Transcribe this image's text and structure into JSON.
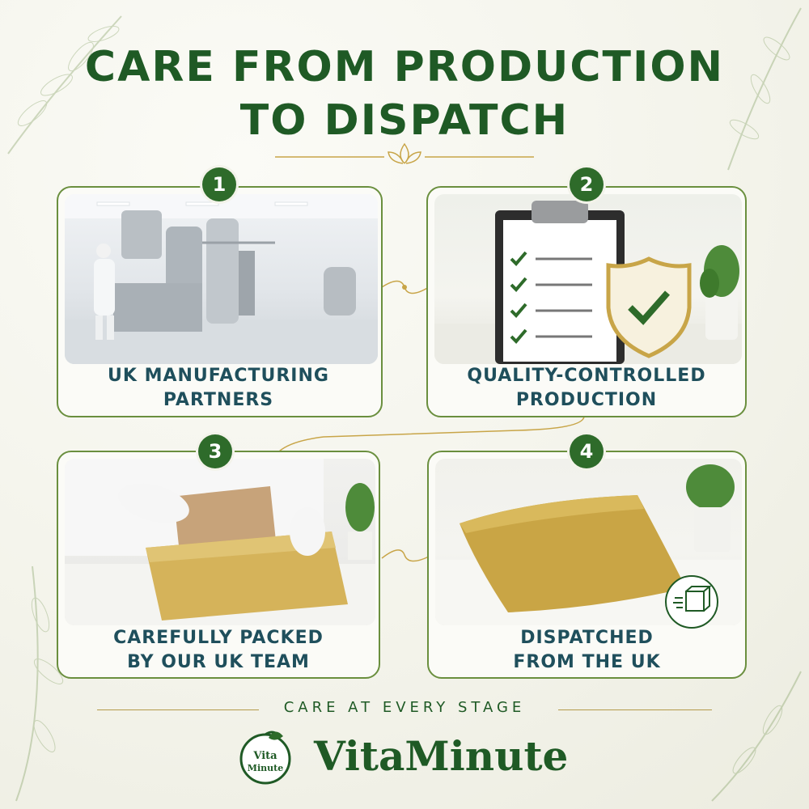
{
  "header": {
    "title_line1": "CARE FROM PRODUCTION",
    "title_line2": "TO DISPATCH"
  },
  "steps": [
    {
      "number": "1",
      "caption_line1": "UK MANUFACTURING",
      "caption_line2": "PARTNERS",
      "image": "factory-photo"
    },
    {
      "number": "2",
      "caption_line1": "QUALITY-CONTROLLED",
      "caption_line2": "PRODUCTION",
      "image": "clipboard-shield-photo"
    },
    {
      "number": "3",
      "caption_line1": "CAREFULLY PACKED",
      "caption_line2": "BY OUR UK TEAM",
      "image": "packing-photo"
    },
    {
      "number": "4",
      "caption_line1": "DISPATCHED",
      "caption_line2": "FROM THE UK",
      "image": "parcel-photo"
    }
  ],
  "footer": {
    "tagline": "CARE AT EVERY STAGE",
    "brand": "VitaMinute",
    "logo_text_line1": "Vita",
    "logo_text_line2": "Minute"
  },
  "colors": {
    "brand_green": "#1f5a25",
    "badge_green": "#2e6b2a",
    "caption_teal": "#1f4f5c",
    "gold": "#c8a548",
    "border_green": "#6a8f3e"
  }
}
